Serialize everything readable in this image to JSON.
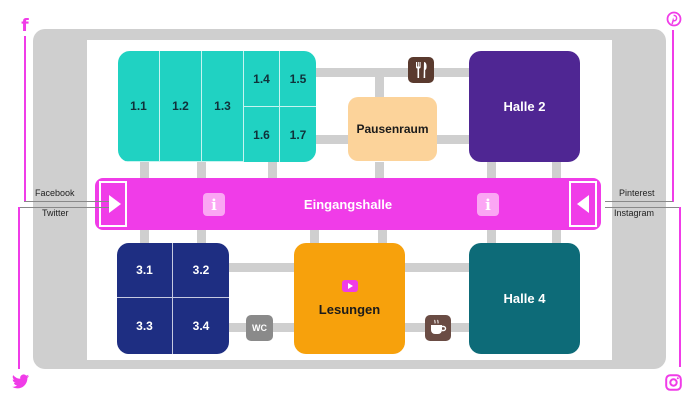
{
  "map": {
    "entrance_hall": "Eingangshalle",
    "rooms_top_left": [
      "1.1",
      "1.2",
      "1.3",
      "1.4",
      "1.5",
      "1.6",
      "1.7"
    ],
    "break_room": "Pausenraum",
    "hall_2": "Halle 2",
    "rooms_bottom_left": [
      "3.1",
      "3.2",
      "3.3",
      "3.4"
    ],
    "readings": "Lesungen",
    "hall_4": "Halle 4",
    "wc": "WC",
    "info_marker": "i"
  },
  "social": {
    "facebook": "Facebook",
    "twitter": "Twitter",
    "pinterest": "Pinterest",
    "instagram": "Instagram"
  },
  "icons": {
    "restaurant": "fork-knife-icon",
    "cafe": "coffee-cup-icon",
    "play": "play-icon"
  },
  "colors": {
    "magenta": "#f03ce8",
    "teal": "#20d2c2",
    "purple": "#4f2693",
    "navy": "#1e2e82",
    "orange": "#f7a10c",
    "peach": "#fcd39a",
    "dark_teal": "#0d6b78",
    "gray": "#cfcfcf"
  }
}
